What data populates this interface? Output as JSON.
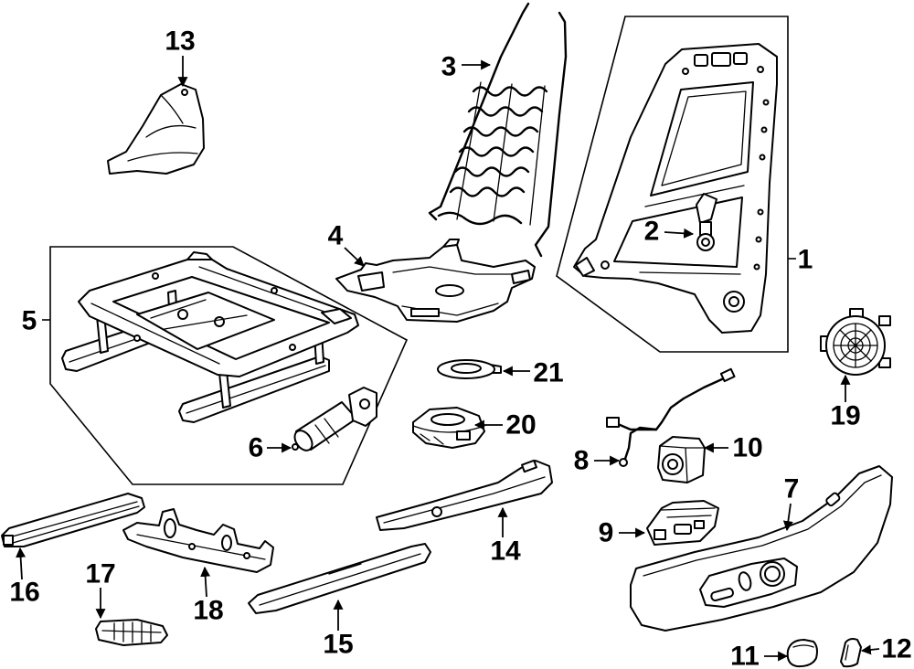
{
  "colors": {
    "line": "#000000",
    "background": "#ffffff"
  },
  "callouts": [
    "1",
    "2",
    "3",
    "4",
    "5",
    "6",
    "7",
    "8",
    "9",
    "10",
    "11",
    "12",
    "13",
    "14",
    "15",
    "16",
    "17",
    "18",
    "19",
    "20",
    "21"
  ]
}
